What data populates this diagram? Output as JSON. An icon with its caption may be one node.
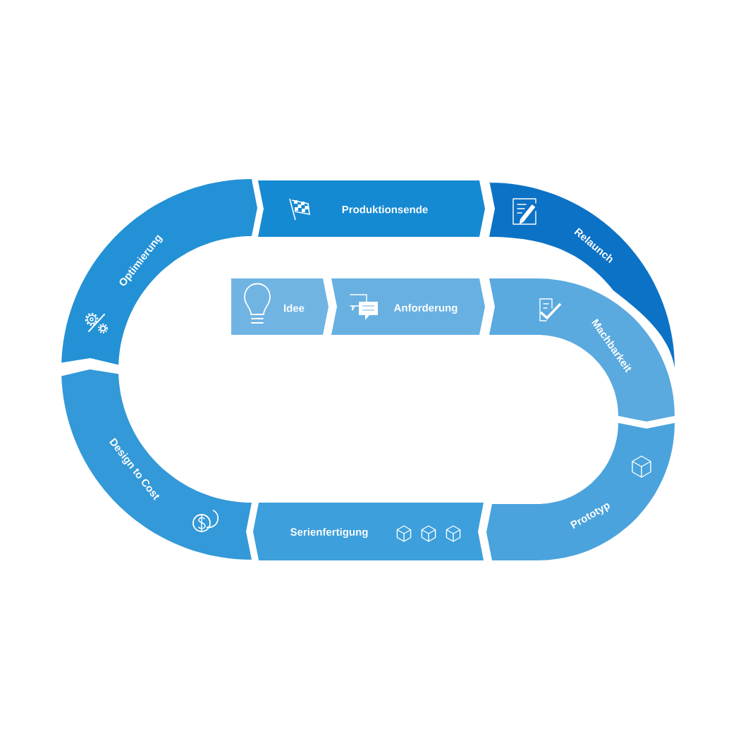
{
  "diagram": {
    "nodes": [
      {
        "text": [
          "Idee"
        ]
      },
      {
        "text": [
          "Anforderung"
        ]
      },
      {
        "text": [
          "Machbarkeit"
        ]
      },
      {
        "text": [
          "Prototyp"
        ]
      },
      {
        "text": [
          "Serienfertigung"
        ]
      },
      {
        "text": [
          "Design to Cost"
        ]
      },
      {
        "text": [
          "Optimierung"
        ]
      },
      {
        "text": [
          "Produktionsende"
        ]
      },
      {
        "text": [
          "Relaunch"
        ]
      }
    ]
  }
}
